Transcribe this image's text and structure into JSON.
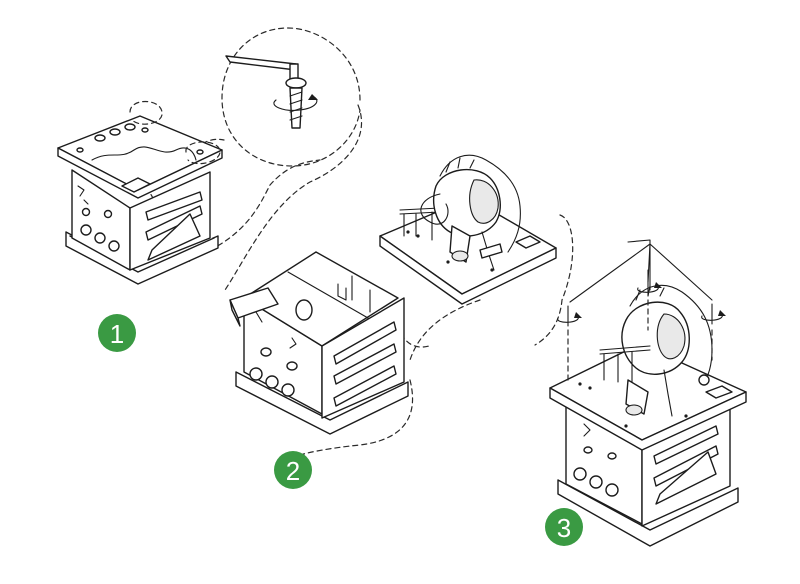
{
  "steps": [
    {
      "label": "1"
    },
    {
      "label": "2"
    },
    {
      "label": "3"
    }
  ],
  "colors": {
    "badge": "#3a9a43",
    "line": "#1c1c1c",
    "background": "#ffffff"
  }
}
